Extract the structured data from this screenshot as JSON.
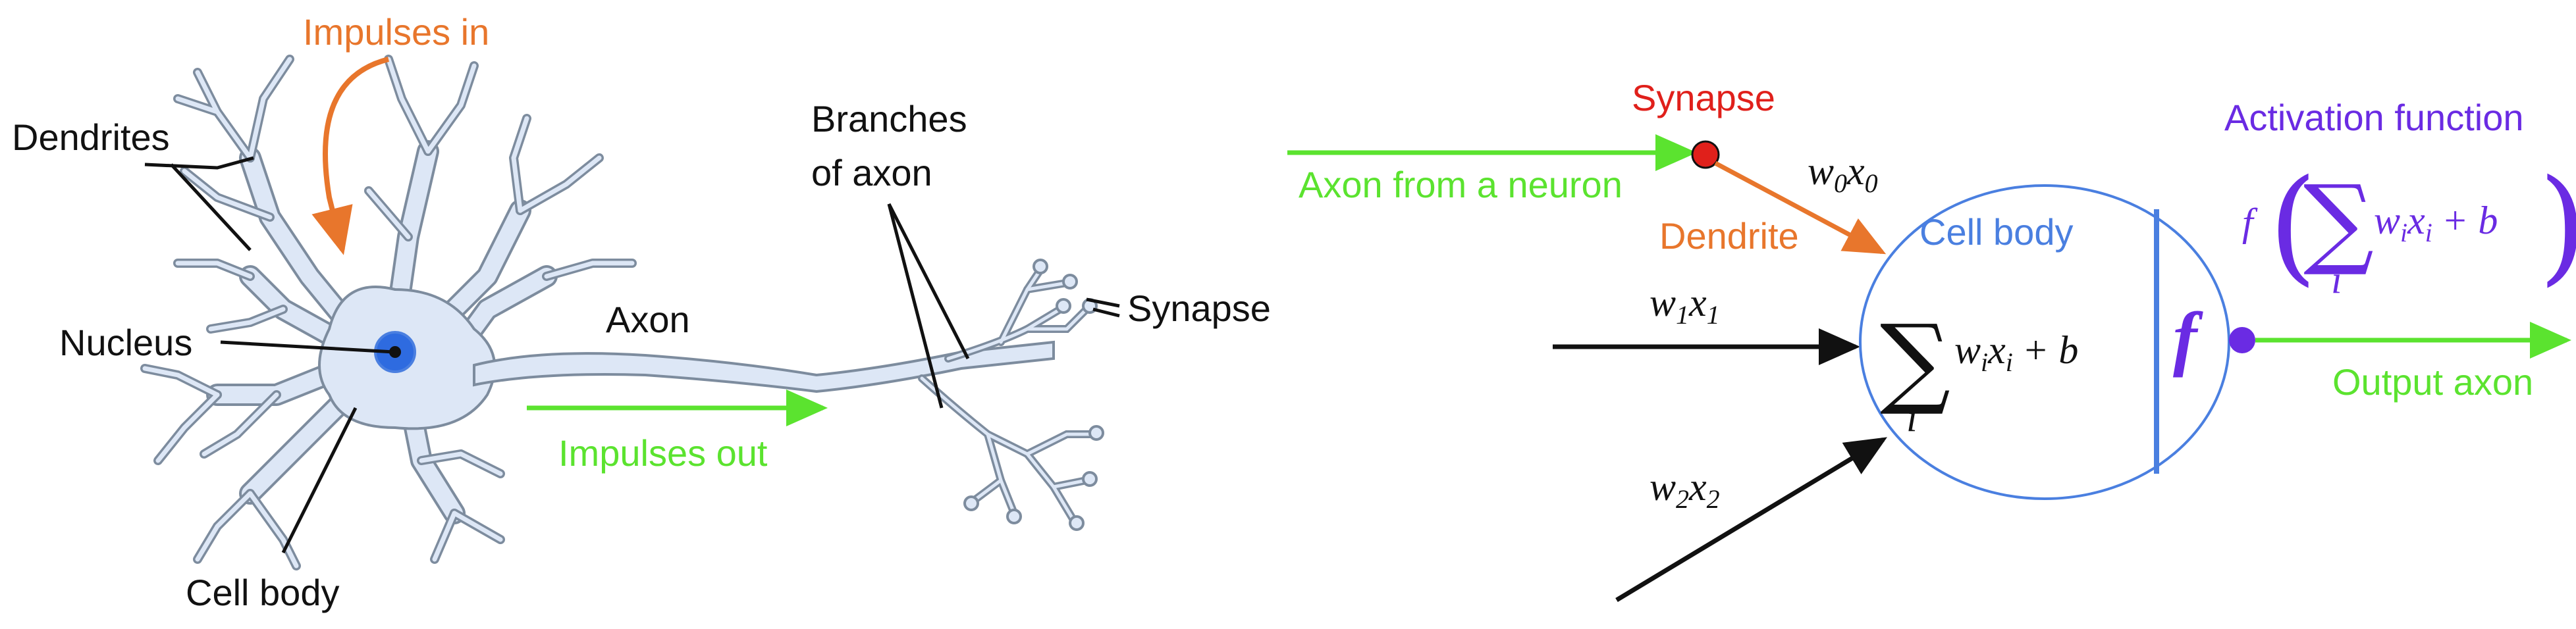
{
  "colors": {
    "orange": "#E8762C",
    "green": "#5BE32F",
    "red": "#E0201B",
    "blue": "#4A7FE0",
    "purple": "#6A2BE3",
    "black": "#111111",
    "neuron_fill": "#DDE7F6",
    "neuron_stroke": "#7D8C9E",
    "nucleus": "#2E6BE0"
  },
  "biological": {
    "impulses_in": "Impulses in",
    "dendrites": "Dendrites",
    "nucleus": "Nucleus",
    "cell_body": "Cell body",
    "axon": "Axon",
    "branches_line1": "Branches",
    "branches_line2": "of axon",
    "synapse": "Synapse",
    "impulses_out": "Impulses out"
  },
  "artificial": {
    "synapse": "Synapse",
    "axon_from_neuron": "Axon from a neuron",
    "dendrite": "Dendrite",
    "cell_body": "Cell body",
    "activation_function": "Activation function",
    "output_axon": "Output axon",
    "inputs": [
      {
        "w": "w",
        "wi": "0",
        "x": "x",
        "xi": "0"
      },
      {
        "w": "w",
        "wi": "1",
        "x": "x",
        "xi": "1"
      },
      {
        "w": "w",
        "wi": "2",
        "x": "x",
        "xi": "2"
      }
    ],
    "sum_sigma": "∑",
    "sum_index": "i",
    "sum_w": "w",
    "sum_x": "x",
    "sum_rest": "+ b",
    "f_symbol": "f",
    "act_f": "f",
    "act_open": "(",
    "act_close": ")"
  }
}
